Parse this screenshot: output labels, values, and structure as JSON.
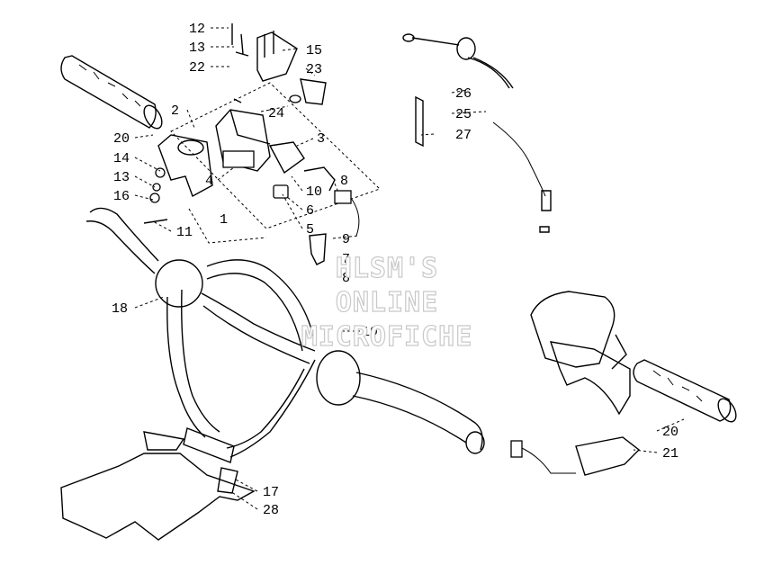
{
  "watermark": {
    "line1": "HLSM'S",
    "line2": "ONLINE",
    "line3": "MICROFICHE"
  },
  "callouts": {
    "c12": "12",
    "c13a": "13",
    "c22": "22",
    "c15": "15",
    "c23": "23",
    "c2": "2",
    "c24": "24",
    "c3": "3",
    "c20a": "20",
    "c14": "14",
    "c13b": "13",
    "c16": "16",
    "c4": "4",
    "c10": "10",
    "c8a": "8",
    "c6": "6",
    "c5": "5",
    "c1": "1",
    "c11": "11",
    "c9": "9",
    "c7": "7",
    "c8b": "8",
    "c18": "18",
    "c19": "19",
    "c26": "26",
    "c25": "25",
    "c27": "27",
    "c20b": "20",
    "c21": "21",
    "c17": "17",
    "c28": "28"
  },
  "icons": [
    "grip-left-icon",
    "grip-right-icon",
    "handlebar-icon",
    "switch-housing-icon",
    "throttle-cable-icon",
    "brake-lever-icon",
    "handlebar-pad-icon",
    "wire-connector-icon"
  ]
}
